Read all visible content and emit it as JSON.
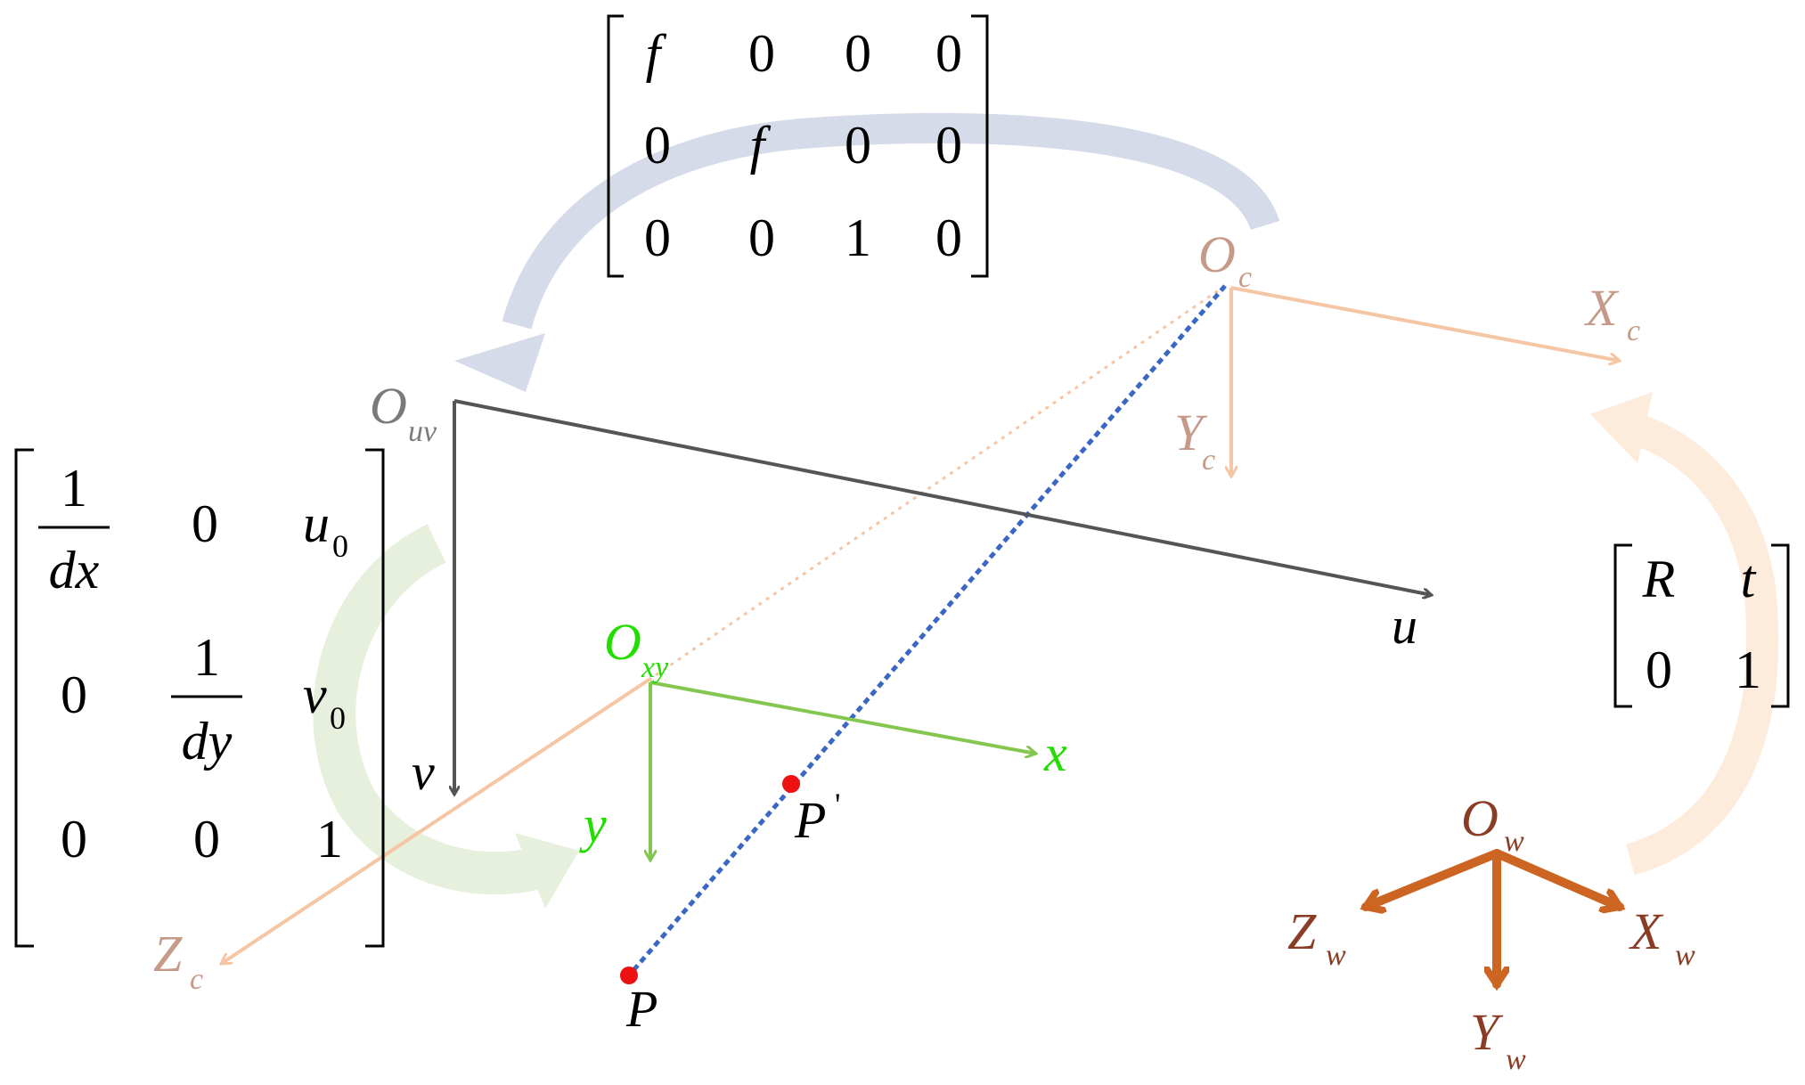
{
  "colors": {
    "background": "#ffffff",
    "pixel_axes": "#555555",
    "pixel_label": "#7a7a7a",
    "image_axes": "#84c750",
    "image_label": "#22dd00",
    "camera_axes": "#f6c5a3",
    "camera_label": "#c69a88",
    "world_axes": "#cc6422",
    "world_label": "#8a3c24",
    "ray": "#3a66c4",
    "point": "#ee1111",
    "text": "#000000",
    "arrow_blue": "#d5dbe8",
    "arrow_green": "#e6f0dc",
    "arrow_orange": "#fdebdc"
  },
  "matrices": {
    "projection": {
      "rows": [
        [
          "f",
          "0",
          "0",
          "0"
        ],
        [
          "0",
          "f",
          "0",
          "0"
        ],
        [
          "0",
          "0",
          "1",
          "0"
        ]
      ]
    },
    "intrinsic": {
      "r1": {
        "c1_num": "1",
        "c1_den": "dx",
        "c2": "0",
        "c3_main": "u",
        "c3_sub": "0"
      },
      "r2": {
        "c1": "0",
        "c2_num": "1",
        "c2_den": "dy",
        "c3_main": "v",
        "c3_sub": "0"
      },
      "r3": [
        "0",
        "0",
        "1"
      ]
    },
    "extrinsic": {
      "rows": [
        [
          "R",
          "t"
        ],
        [
          "0",
          "1"
        ]
      ]
    }
  },
  "frames": {
    "pixel": {
      "origin_main": "O",
      "origin_sub": "uv",
      "axis_u": "u",
      "axis_v": "v"
    },
    "image": {
      "origin_main": "O",
      "origin_sub": "xy",
      "axis_x": "x",
      "axis_y": "y"
    },
    "camera": {
      "origin_main": "O",
      "origin_sub": "c",
      "x_main": "X",
      "x_sub": "c",
      "y_main": "Y",
      "y_sub": "c",
      "z_main": "Z",
      "z_sub": "c"
    },
    "world": {
      "origin_main": "O",
      "origin_sub": "w",
      "x_main": "X",
      "x_sub": "w",
      "y_main": "Y",
      "y_sub": "w",
      "z_main": "Z",
      "z_sub": "w"
    }
  },
  "points": {
    "P": {
      "main": "P"
    },
    "P_prime": {
      "main": "P",
      "prime": "'"
    }
  }
}
